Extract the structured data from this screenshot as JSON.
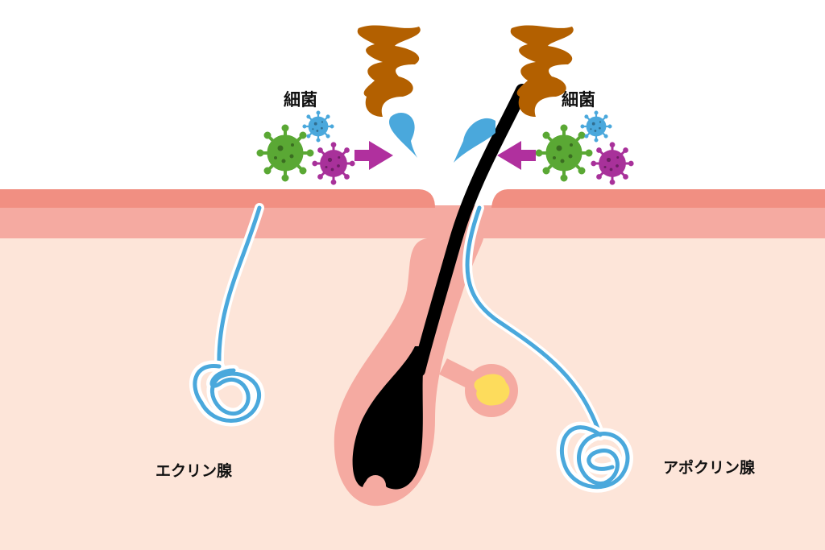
{
  "labels": {
    "bacteria_left": "細菌",
    "bacteria_right": "細菌",
    "eccrine_gland": "エクリン腺",
    "apocrine_gland": "アポクリン腺"
  },
  "colors": {
    "epidermis_top": "#f18f82",
    "epidermis_lower": "#f5aaa1",
    "dermis": "#fde5d9",
    "hair": "#000000",
    "odor": "#b36000",
    "sweat": "#4aa8dc",
    "sebum": "#fddc5c",
    "bacteria_green": "#5aa834",
    "bacteria_purple": "#a8319a",
    "bacteria_blue": "#4aa8dc",
    "arrow": "#b0309e"
  }
}
